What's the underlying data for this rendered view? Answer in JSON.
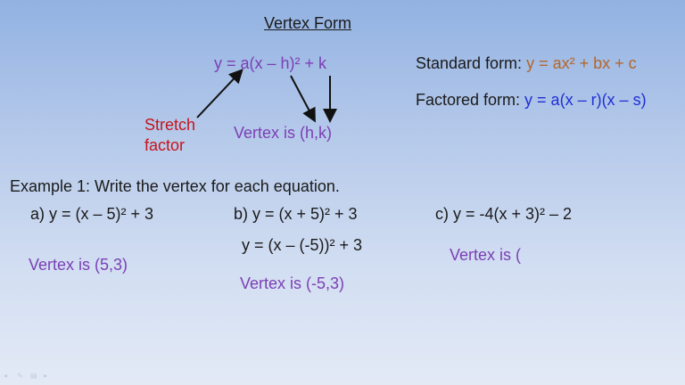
{
  "slide": {
    "title": "Vertex Form",
    "vertex_form_equation": "y = a(x – h)² + k",
    "stretch_label_line1": "Stretch",
    "stretch_label_line2": "factor",
    "vertex_note": "Vertex is (h,k)",
    "standard_form": {
      "label": "Standard form: ",
      "equation": "y = ax² + bx + c"
    },
    "factored_form": {
      "label": "Factored form: ",
      "equation": "y = a(x – r)(x – s)"
    },
    "example_heading": "Example 1: Write the vertex for each equation.",
    "examples": [
      {
        "equation": "a) y = (x – 5)² + 3",
        "answer": "Vertex is (5,3)"
      },
      {
        "equation": "b) y = (x + 5)² + 3",
        "rewrite": "y = (x – (-5))² + 3",
        "answer": "Vertex is (-5,3)"
      },
      {
        "equation": "c) y = -4(x + 3)² – 2",
        "answer": "Vertex is ("
      }
    ],
    "colors": {
      "background_top": "#92b2e2",
      "background_bottom": "#e3eaf6",
      "purple": "#7b3fb5",
      "red": "#c4151c",
      "brown": "#b5662a",
      "blue": "#1f2fd6"
    }
  },
  "controls": {
    "prev_icon": "◂",
    "pen_icon": "✎",
    "menu_icon": "▤",
    "next_icon": "▸"
  }
}
